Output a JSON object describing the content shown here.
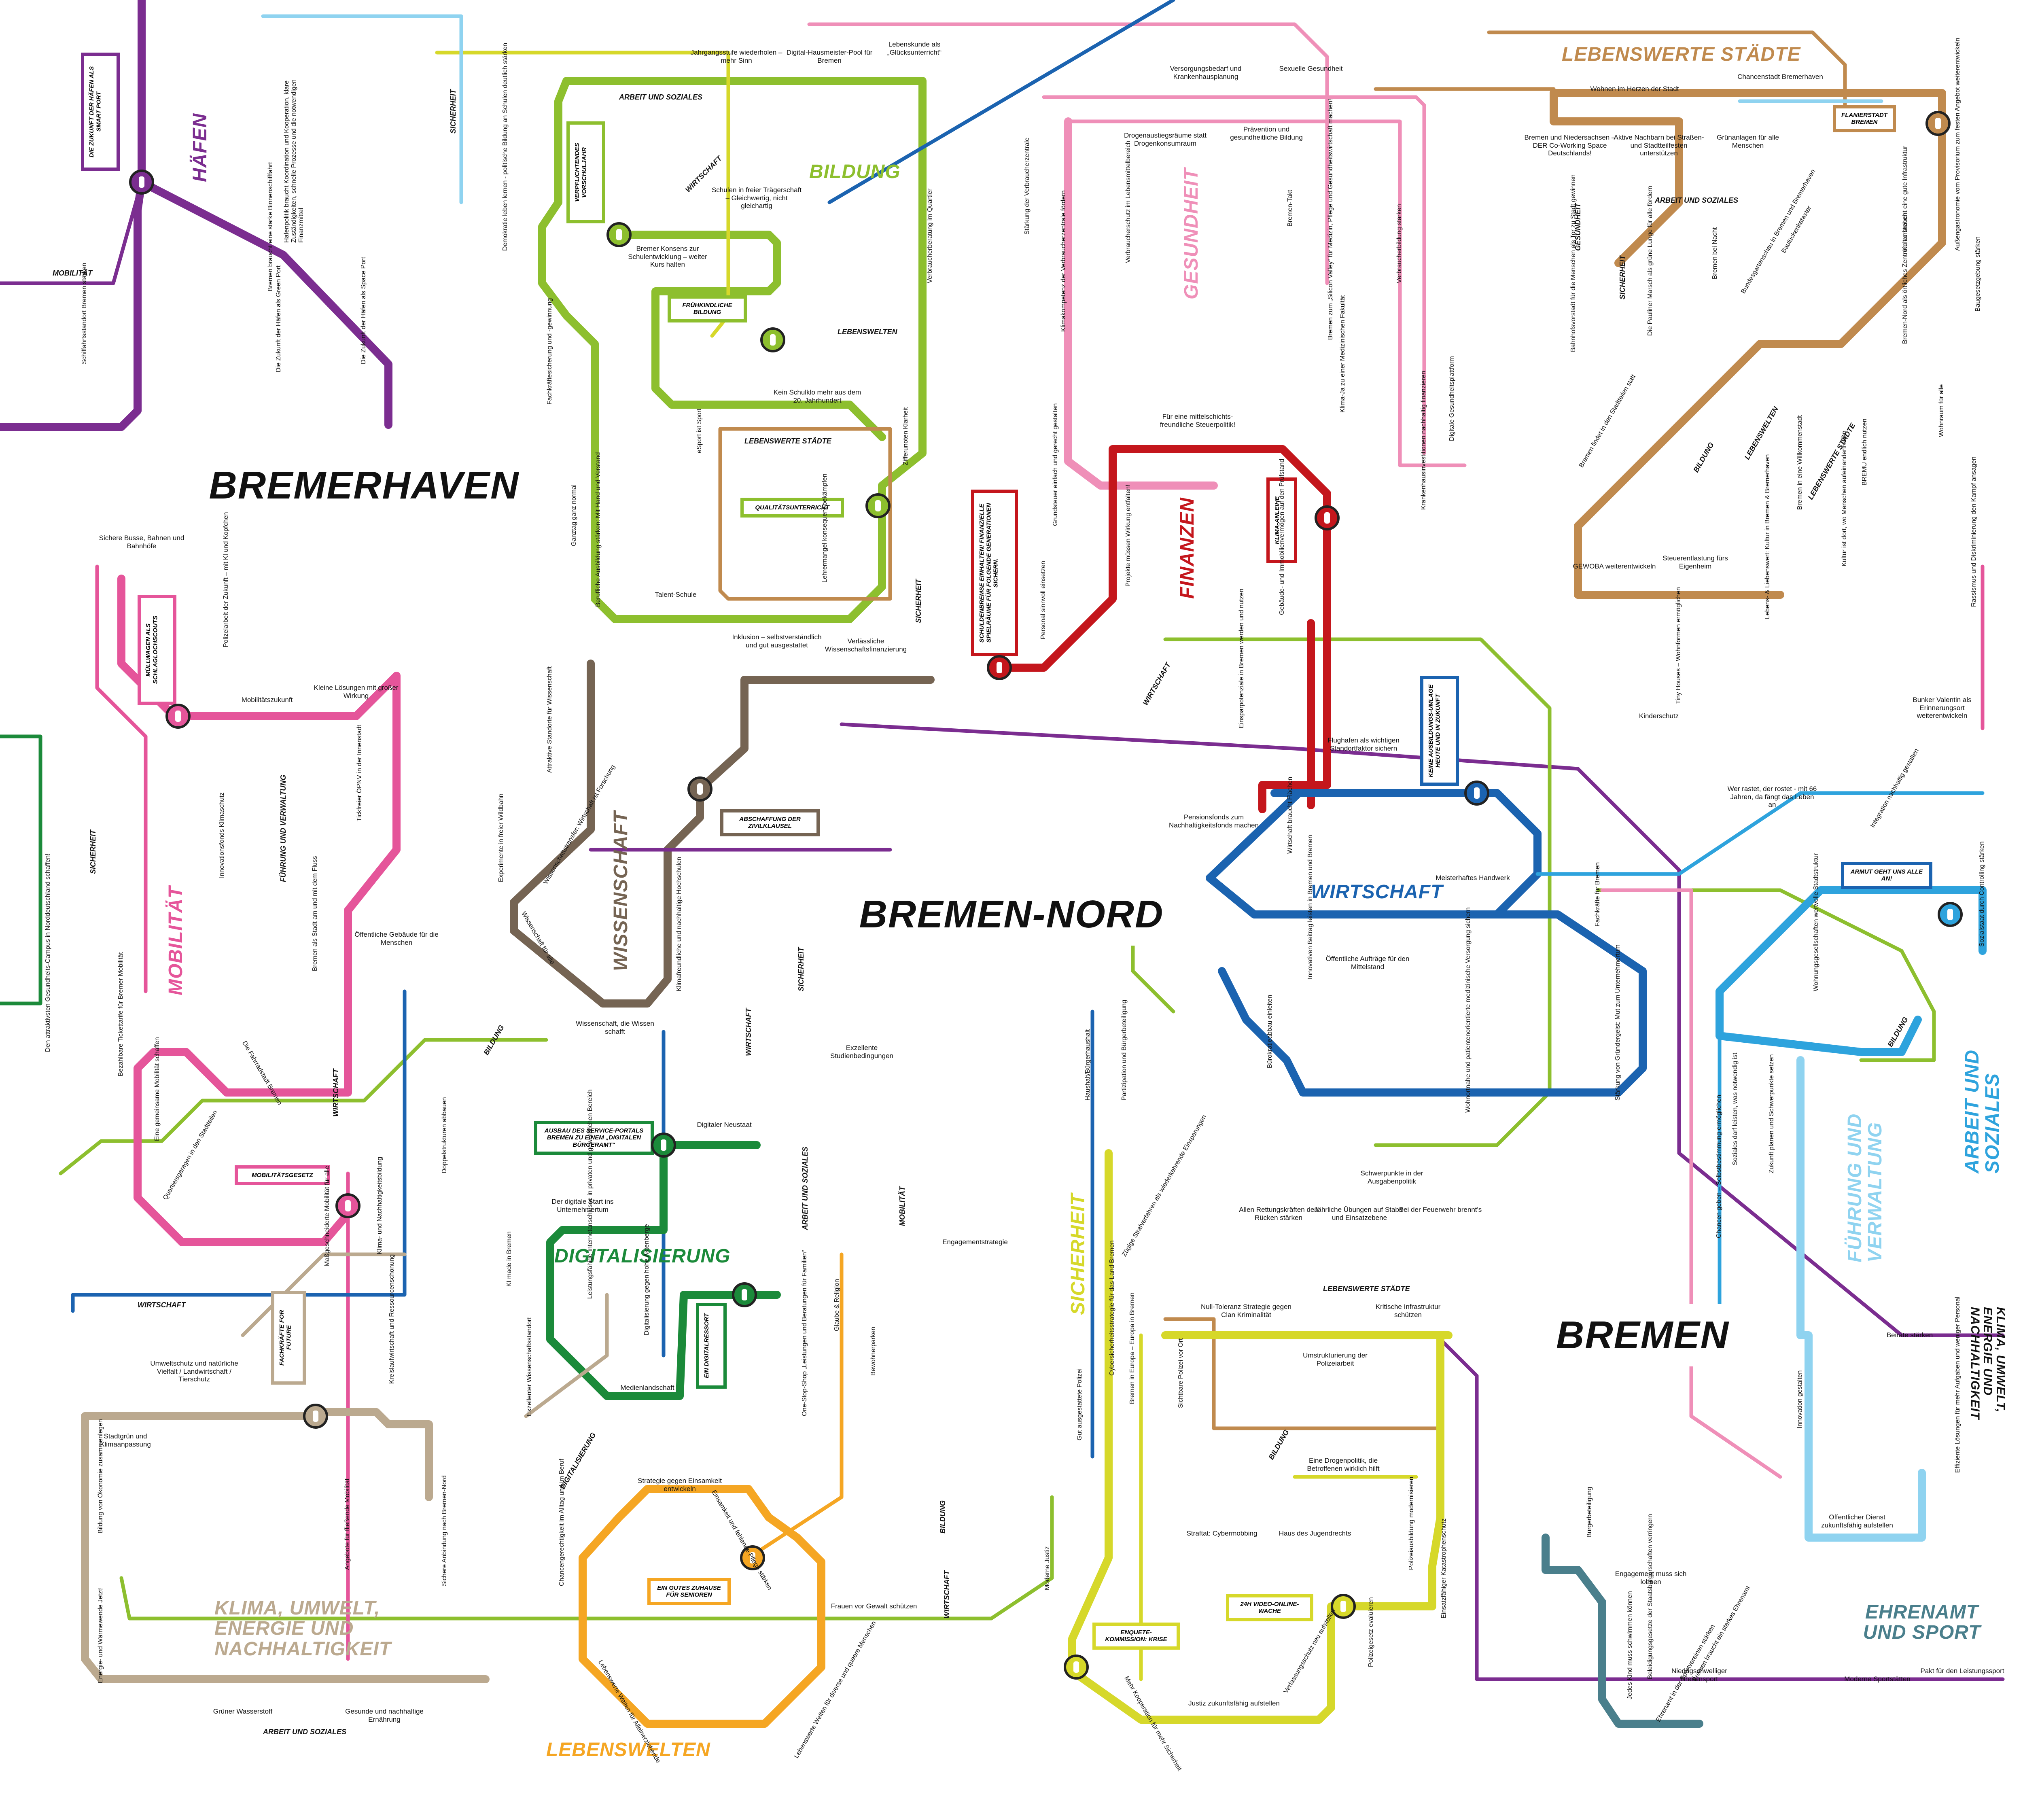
{
  "colors": {
    "haefen": "#7b2d90",
    "bildung": "#8dbf2e",
    "gesundheit": "#ef8fb8",
    "lebenswerte_staedte": "#c08a4e",
    "mobilitaet": "#e5559a",
    "wissenschaft": "#756453",
    "finanzen": "#c4161c",
    "wirtschaft": "#1b63b0",
    "digitalisierung": "#1b8a3a",
    "klima": "#bba98f",
    "lebenswelten": "#f5a623",
    "sicherheit": "#d6d82a",
    "arbeit_soziales": "#2ea3dd",
    "fuehrung_verwaltung": "#8fd3f0",
    "ehrenamt_sport": "#4a7f8c"
  },
  "cities": [
    {
      "name": "BREMERHAVEN"
    },
    {
      "name": "BREMEN-NORD"
    },
    {
      "name": "BREMEN"
    }
  ],
  "districts": {
    "haefen": "HÄFEN",
    "bildung": "BILDUNG",
    "gesundheit": "GESUNDHEIT",
    "lebenswerte_staedte": "LEBENSWERTE STÄDTE",
    "finanzen": "FINANZEN",
    "mobilitaet": "MOBILITÄT",
    "wissenschaft": "WISSENSCHAFT",
    "wirtschaft": "WIRTSCHAFT",
    "digitalisierung": "DIGITALISIERUNG",
    "arbeit_soziales": "ARBEIT UND SOZIALES",
    "fuehrung_verwaltung": "FÜHRUNG UND VERWALTUNG",
    "klima": "KLIMA, UMWELT, ENERGIE UND NACHHALTIGKEIT",
    "lebenswelten": "LEBENSWELTEN",
    "sicherheit": "SICHERHEIT",
    "ehrenamt_sport": "EHRENAMT UND SPORT",
    "klima_side": "KLIMA, UMWELT, ENERGIE UND NACHHALTIGKEIT"
  },
  "stations": {
    "haefen": "DIE ZUKUNFT DER HÄFEN ALS SMART PORT",
    "bildung1": "VERPFLICHTENDES VORSCHULJAHR",
    "bildung2": "FRÜHKINDLICHE BILDUNG",
    "bildung3": "QUALITÄTSUNTERRICHT",
    "finanzen1": "SCHULDENBREMSE EINHALTEN! FINANZIELLE SPIELRÄUME FÜR FOLGENDE GENERATIONEN SICHERN.",
    "finanzen2": "KLIMA-ANLEIHE",
    "lebenswerte": "FLANIERSTADT BREMEN",
    "mobilitaet1": "MÜLLWAGEN ALS SCHLAGLOCHSCOUTS",
    "mobilitaet2": "MOBILITÄTSGESETZ",
    "wissenschaft": "ABSCHAFFUNG DER ZIVILKLAUSEL",
    "wirtschaft": "KEINE AUSBILDUNGS-UMLAGE HEUTE UND IN ZUKUNFT",
    "arbeit": "ARMUT GEHT UNS ALLE AN!",
    "digital1": "AUSBAU DES SERVICE-PORTALS BREMEN ZU EINEM „DIGITALEN BÜRGERAMT“",
    "digital2": "EIN DIGITALRESSORT",
    "klima": "FACHKRÄFTE FOR FUTURE",
    "lebenswelten": "EIN GUTES ZUHAUSE FÜR SENIOREN",
    "sicherheit1": "24h VIDEO-ONLINE-WACHE",
    "sicherheit2": "ENQUETE-KOMMISSION: KRISE"
  },
  "tags": {
    "t1": "ARBEIT UND SOZIALES",
    "t2": "WIRTSCHAFT",
    "t3": "LEBENSWELTEN",
    "t4": "SICHERHEIT",
    "t5": "MOBILITÄT",
    "t6": "LEBENSWERTE STÄDTE",
    "t7": "ARBEIT UND SOZIALES",
    "t8": "GESUNDHEIT",
    "t9": "WIRTSCHAFT",
    "t10": "FÜHRUNG UND VERWALTUNG",
    "t11": "BILDUNG",
    "t12": "WIRTSCHAFT",
    "t13": "LEBENSWERTE STÄDTE",
    "t14": "ARBEIT UND SOZIALES",
    "t15": "BILDUNG",
    "t16": "WIRTSCHAFT",
    "t17": "SICHERHEIT",
    "t18": "MOBILITÄT",
    "t19": "BILDUNG",
    "t20": "DIGITALISIERUNG",
    "t21": "LEBENSWELTEN",
    "t22": "SICHERHEIT",
    "t23": "WIRTSCHAFT",
    "t24": "BILDUNG",
    "t25": "ARBEIT UND SOZIALES",
    "t26": "SICHERHEIT",
    "t27": "WIRTSCHAFT",
    "t28": "SICHERHEIT",
    "t29": "BILDUNG",
    "t30": "LEBENSWERTE STÄDTE"
  },
  "stops": {
    "s1": "Jahrgangsstufe wiederholen – mehr Sinn",
    "s2": "Digital-Hausmeister-Pool für Bremen",
    "s3": "Lebenskunde als „Glücksunterricht“",
    "s4": "Versorgungsbedarf und Krankenhausplanung",
    "s5": "Sexuelle Gesundheit",
    "s6": "Wohnen im Herzen der Stadt",
    "s7": "Chancenstadt Bremerhaven",
    "s8": "Bremen und Niedersachsen – DER Co-Working Space Deutschlands!",
    "s9": "Aktive Nachbarn bei Straßen- und Stadtteilfesten unterstützen",
    "s10": "Grünanlagen für alle Menschen",
    "s11": "Drogenaustiegsräume statt Drogenkonsumraum",
    "s12": "Prävention und gesundheitliche Bildung",
    "s13": "Schulen in freier Trägerschaft – Gleichwertig, nicht gleichartig",
    "s14": "Bremer Konsens zur Schulentwicklung – weiter Kurs halten",
    "s15": "Kein Schulklo mehr aus dem 20. Jahrhundert",
    "s16": "Für eine mittelschichts-freundliche Steuerpolitik!",
    "s17": "Sichere Busse, Bahnen und Bahnhöfe",
    "s18": "Mobilitätszukunft",
    "s19": "Kleine Lösungen mit großer Wirkung",
    "s20": "Inklusion – selbstverständlich und gut ausgestattet",
    "s21": "Verlässliche Wissenschaftsfinanzierung",
    "s22": "Talent-Schule",
    "s23": "Kinderschutz",
    "s24": "Wer rastet, der rostet - mit 66 Jahren, da fängt das Leben an",
    "s25": "Flughafen als wichtigen Standortfaktor sichern",
    "s26": "Pensionsfonds zum Nachhaltigkeitsfonds machen",
    "s27": "Meisterhaftes Handwerk",
    "s28": "Öffentliche Aufträge für den Mittelstand",
    "s29": "Öffentliche Gebäude für die Menschen",
    "s30": "Wissenschaft, die Wissen schafft",
    "s31": "Exzellente Studienbedingungen",
    "s32": "Digitaler Neustaat",
    "s33": "Der digitale Start ins Unternehmertum",
    "s34": "Engagementstrategie",
    "s35": "Schwerpunkte in der Ausgabenpolitik",
    "s36": "Allen Rettungskräften den Rücken stärken",
    "s37": "Jährliche Übungen auf Stabs- und Einsatzebene",
    "s38": "Bei der Feuerwehr brennt's",
    "s39": "Null-Toleranz Strategie gegen Clan Kriminalität",
    "s40": "Kritische Infrastruktur schützen",
    "s41": "Umstrukturierung der Polizeiarbeit",
    "s42": "Beiräte stärken",
    "s43": "Umweltschutz und natürliche Vielfalt / Landwirtschaft / Tierschutz",
    "s44": "Stadtgrün und Klimaanpassung",
    "s45": "Medienlandschaft",
    "s46": "Strategie gegen Einsamkeit entwickeln",
    "s47": "Eine Drogenpolitik, die Betroffenen wirklich hilft",
    "s48": "Straftat: Cybermobbing",
    "s49": "Haus des Jugendrechts",
    "s50": "Engagement muss sich lohnen",
    "s51": "Öffentlicher Dienst zukunftsfähig aufstellen",
    "s52": "Frauen vor Gewalt schützen",
    "s53": "Grüner Wasserstoff",
    "s54": "Gesunde und nachhaltige Ernährung",
    "s55": "Justiz zukunftsfähig aufstellen",
    "s56": "Niedrigschwelliger Breitensport",
    "s57": "Moderne Sportstätten",
    "s58": "Pakt für den Leistungssport",
    "s59": "Bunker Valentin als Erinnerungsort weiterentwickeln",
    "s60": "GEWOBA weiterentwickeln",
    "s61": "Steuerentlastung fürs Eigenheim"
  },
  "vstops": {
    "v1": "Hafenpolitik braucht Koordination und Kooperation, klare Zuständigkeiten, schnelle Prozesse und die notwendigen Finanzmittel",
    "v2": "Schiffahrtsstandort Bremen stärken",
    "v3": "Die Zukunft der Häfen als Space Port",
    "v4": "Die Zukunft der Häfen als Green Port",
    "v5": "Bremen braucht eine starke Binnenschifffahrt",
    "v6": "Demokratie leben lernen - politische Bildung an Schulen deutlich stärken",
    "v7": "Verbraucherberatung im Quartier",
    "v8": "Stärkung der Verbraucherzentrale",
    "v9": "Verbraucherschutz im Lebensmittelbereich",
    "v10": "Klimakompetenz der Verbraucherzentrale fördern",
    "v11": "Bremen-Takt",
    "v12": "Bremen zum „Silicon Valley“ für Medizin, Pflege und Gesundheitswirtschaft machen!",
    "v13": "Verbraucherbildung stärken",
    "v14": "Digitale Gesundheitsplattform",
    "v15": "Krankenhausinvestitionen nachhaltig finanzieren",
    "v16": "Fachkräftesicherung und -gewinnung",
    "v17": "eSport ist Sport",
    "v18": "Zifferunoten Klarheit",
    "v19": "Lehrermangel konsequent bekämpfen",
    "v20": "Berufliche Ausbildung stärken: Mit Hand und Verstand",
    "v21": "Ganztag ganz normal",
    "v22": "Grundsteuer einfach und gerecht gestalten",
    "v23": "Projekte müssen Wirkung entfalten!",
    "v24": "Personal sinnvoll einsetzen",
    "v25": "Gebäude- und Immobilienvermögen auf den Prüfstand",
    "v26": "Einsparpotenziale in Bremen werden und nutzen",
    "v27": "Polizeiarbeit der Zukunft – mit KI und Kopfchen",
    "v28": "Tickfreier ÖPNV in der Innenstadt",
    "v29": "Innovationsfonds Klimaschutz",
    "v30": "Bremen als Stadt am und mit dem Fluss",
    "v31": "Experimente in freier Wildbahn",
    "v32": "Wissenschaftstransfer: Wirtschaft ist Forschung",
    "v33": "Klimafreundliche und nachhaltige Hochschulen",
    "v34": "Attraktive Standorte für Wissenschaft",
    "v35": "Wissenschaft für alle",
    "v36": "Bezahlbare Tickettarife für Bremer Mobilität",
    "v37": "Die Fahrradstadt Bremen",
    "v38": "Eine gemeinsame Mobilität schaffen",
    "v39": "Quartiersgaragen in den Stadtteilen",
    "v40": "Maßgeschneiderte Mobilität für alle",
    "v41": "Klima- und Nachhaltigkeitsbildung",
    "v42": "Kreislaufwirtschaft und Ressourcenschonung",
    "v43": "Doppelstrukturen abbauen",
    "v44": "KI made in Bremen",
    "v45": "Exzellenter Wissenschaftsstandort",
    "v46": "Leistungsfähige Internetanschlüsse in privaten und gewerblichen Bereich",
    "v47": "Digitalisierung gegen hohe Aktenberge",
    "v48": "Glaube & Religion",
    "v49": "One-Stop-Shop „Leistungen und Beratungen für Familien“",
    "v50": "Bewohnerparken",
    "v51": "Partizipation und Bürgerbeteiligung",
    "v52": "Haushalt/Bürgerhaushalt",
    "v53": "Bürokratieabbau einleiten",
    "v54": "Innovativen Beitrag leisten in Bremen und Bremen",
    "v55": "Wirtschaft braucht Flächen",
    "v56": "Wohnortnahe und patientenorientierte medizinische Versorgung sichern",
    "v57": "Fachkräfte für Bremen",
    "v58": "Stärkung von Gründergeist: Mut zum Unternehmertum",
    "v59": "Chancen geben – Selbstbestimmung ermöglichen",
    "v60": "Soziales darf leisten, was notwendig ist",
    "v61": "Zukunft planen und Schwerpunkte setzen",
    "v62": "Innovation gestalten",
    "v63": "Effiziente Lösungen für mehr Aufgaben und weniger Personal",
    "v64": "Sozialstaat durch Controlling stärken",
    "v65": "Wohnungsgesellschaften wertvolle Stadtstruktur",
    "v66": "Integration nachhaltig gestalten",
    "v67": "Tiny Houses – Wohnformen ermöglichen",
    "v68": "Rassismus und Diskriminierung den Kampf ansagen",
    "v69": "Kultur ist dort, wo Menschen aufeinandertreffen",
    "v70": "Lebens- & Liebenswert: Kultur in Bremen & Bremerhaven",
    "v71": "Bremen in eine Willkommenstadt",
    "v72": "Bremen findet in den Stadtteilen statt",
    "v73": "BREMU endlich nutzen",
    "v74": "Wohnraum für alle",
    "v75": "Bremen-Nord als örtliches Zentrum verstehen",
    "v76": "Kultur braucht eine gute Infrastruktur",
    "v77": "Außengastronomie vom Provisorium zum festen Angebot weiterentwickeln",
    "v78": "Baugesetzgebung stärken",
    "v79": "Bahnhofsvorstadt für die Menschen als Tor zu Stadt gewinnen",
    "v80": "Die Pauliner Marsch als grüne Lunge für alle fördern",
    "v81": "Bremen bei Nacht",
    "v82": "Bundesgartenschau in Bremen und Bremerhaven",
    "v83": "Baulückenkataster",
    "v84": "Klima-Ja zu einer Medizinischen Fakultät",
    "v85": "Bremen braucht ein starkes Ehrenamt",
    "v86": "Ehrenamt in der Sportvereinen stärken",
    "v87": "Jedes Kind muss schwimmen können",
    "v88": "Beleidigungsgesetze der Staatsbürgerschaften verringern",
    "v89": "Bürgerbeteiligung",
    "v90": "Polizeiausbildung modernisieren",
    "v91": "Einsatzfähiger Katastrophenschutz",
    "v92": "Polizeigesetz evaluieren",
    "v93": "Verfassungsschutz neu aufstellen",
    "v94": "Mehr Kooperation für mehr Sicherheit",
    "v95": "Gut ausgestattete Polizei",
    "v96": "Bremen in Europa – Europa in Bremen",
    "v97": "Cybersicherheitsstrategie für das Land Bremen",
    "v98": "Zügige Strafverfahren als wiederkehrende Einsparungen",
    "v99": "Sichtbare Polizei vor Ort",
    "v100": "Moderne Justiz",
    "v101": "Lebenswerte Weiten für Alleinerziehende",
    "v102": "Lebenswerte Weiten für diverse und queere Menschen",
    "v103": "Chancengerechtigkeit im Alltag und im Beruf",
    "v104": "Sichere Anbindung nach Bremen-Nord",
    "v105": "Angebote für fließende Mobilität",
    "v106": "Energie- und Wärmewende Jetzt!",
    "v107": "Bildung von Ökonomie zusammenlegen",
    "v108": "Den attraktivsten Gesundheits-Campus in Norddeutschland schaffen!",
    "v109": "Einsamkeit und fehlende Pflege stärken"
  }
}
